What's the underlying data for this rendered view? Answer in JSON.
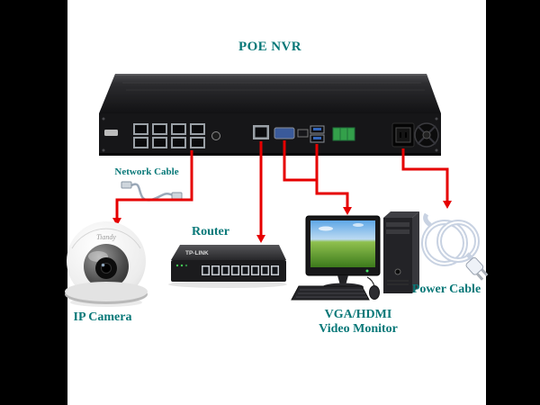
{
  "title": {
    "text": "POE NVR"
  },
  "labels": {
    "network_cable": "Network Cable",
    "router": "Router",
    "ip_camera": "IP Camera",
    "monitor_line1": "VGA/HDMI",
    "monitor_line2": "Video Monitor",
    "power_cable": "Power Cable"
  },
  "devices": {
    "nvr": {
      "name": "POE NVR",
      "ethernet_port_count": 8
    },
    "camera": {
      "brand": "Tiandy",
      "type": "dome IP camera"
    },
    "router": {
      "brand": "TP-LINK",
      "port_count": 8
    },
    "monitor": {
      "type": "VGA/HDMI video monitor with keyboard, mouse and PC tower"
    },
    "power": {
      "type": "power cable"
    }
  },
  "connections": [
    {
      "from": "POE NVR",
      "to": "IP Camera",
      "via": "Network Cable"
    },
    {
      "from": "POE NVR",
      "to": "Router"
    },
    {
      "from": "POE NVR",
      "to": "VGA/HDMI Video Monitor"
    },
    {
      "from": "POE NVR",
      "to": "Power Cable"
    }
  ],
  "colors": {
    "label_teal": "#087878",
    "arrow_red": "#e60000",
    "letterbox_black": "#000000",
    "background_white": "#ffffff"
  }
}
